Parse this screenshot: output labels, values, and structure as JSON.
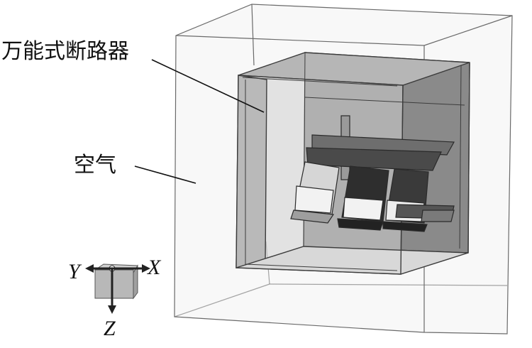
{
  "labels": {
    "breaker": "万能式断路器",
    "air": "空气"
  },
  "axes": {
    "x": "X",
    "y": "Y",
    "z": "Z"
  },
  "colors": {
    "outline": "#555555",
    "air_box": "#f6f6f6",
    "housing_dark": "#7c7c7c",
    "housing_mid": "#a8a8a8",
    "housing_light": "#c9c9c9",
    "part_dark": "#3a3a3a",
    "part_light": "#e9e9e9"
  }
}
